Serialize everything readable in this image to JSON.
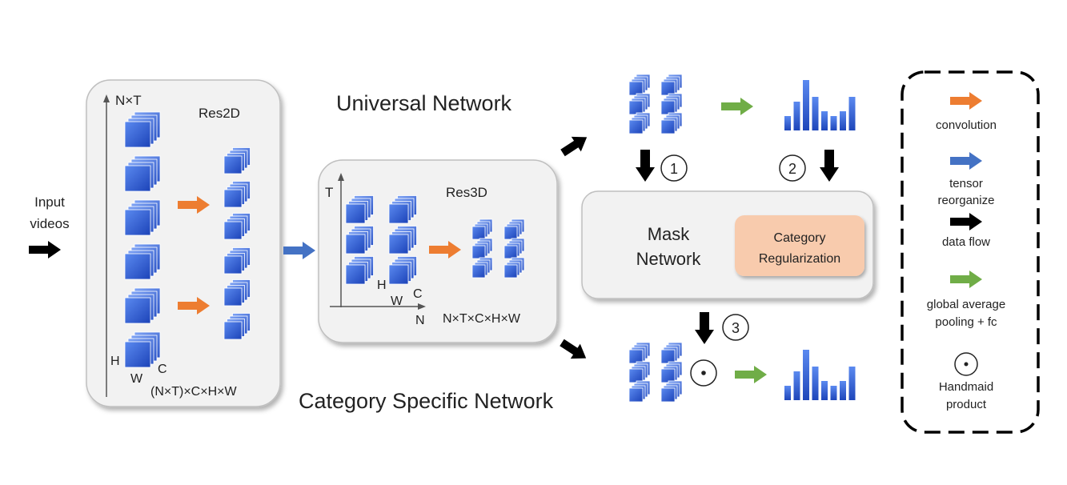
{
  "input": {
    "line1": "Input",
    "line2": "videos"
  },
  "res2d": {
    "title": "Res2D",
    "axis_label": "N×T",
    "h_label": "H",
    "w_label": "W",
    "c_label": "C",
    "shape_label": "(N×T)×C×H×W"
  },
  "res3d": {
    "title": "Res3D",
    "t_axis_label": "T",
    "n_axis_label": "N",
    "h_label": "H",
    "w_label": "W",
    "c_label": "C",
    "shape_label": "N×T×C×H×W"
  },
  "universal_network_label": "Universal Network",
  "category_specific_network_label": "Category Specific Network",
  "mask_network": {
    "line1": "Mask",
    "line2": "Network"
  },
  "category_regularization": {
    "line1": "Category",
    "line2": "Regularization"
  },
  "steps": {
    "one": "1",
    "two": "2",
    "three": "3"
  },
  "handmaid_symbol": "⊙",
  "legend": {
    "convolution": "convolution",
    "tensor_line1": "tensor",
    "tensor_line2": "reorganize",
    "data_flow": "data flow",
    "gap_line1": "global average",
    "gap_line2": "pooling + fc",
    "handmaid_line1": "Handmaid",
    "handmaid_line2": "product"
  },
  "colors": {
    "convolution_arrow": "#ED7D31",
    "reorganize_arrow": "#4472C4",
    "data_flow_arrow": "#000000",
    "gap_arrow": "#70AD47",
    "cube_blue": "#2F5FD0",
    "category_box": "#F8CBAD",
    "panel_fill": "#F2F2F2"
  }
}
